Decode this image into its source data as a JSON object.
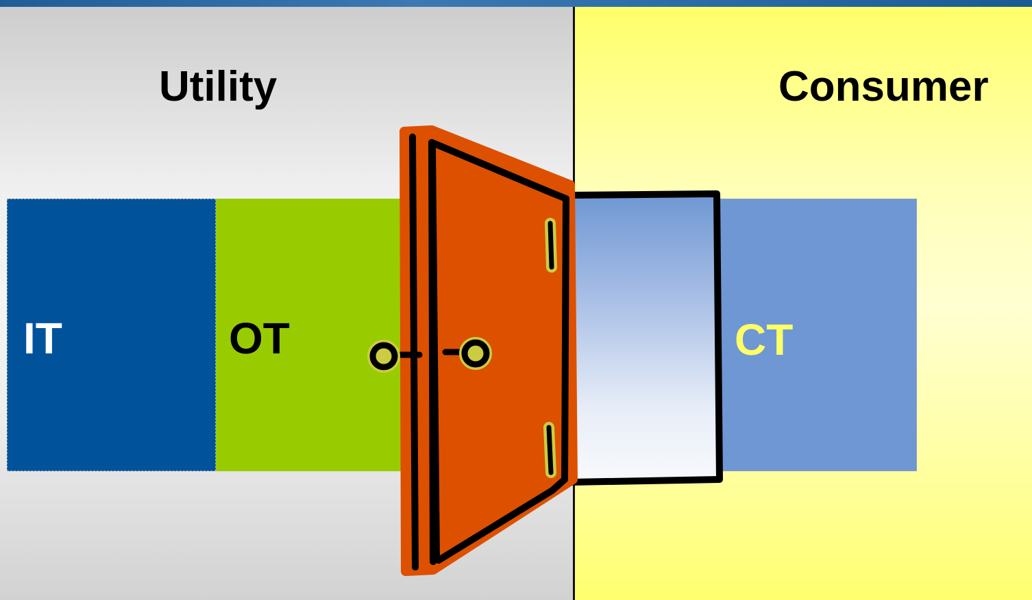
{
  "headings": {
    "left": "Utility",
    "right": "Consumer"
  },
  "blocks": {
    "it": "IT",
    "ot": "OT",
    "ct": "CT"
  },
  "colors": {
    "utility_background": "#e8e8e8",
    "consumer_background": "#ffffa0",
    "it": "#00539b",
    "ot": "#99cc00",
    "ct": "#6f97d3",
    "ct_label": "#ffff66",
    "door": "#dd5000",
    "door_hardware": "#cccc44"
  },
  "icons": [
    "door-icon",
    "doorknob-icon",
    "hinge-icon"
  ]
}
